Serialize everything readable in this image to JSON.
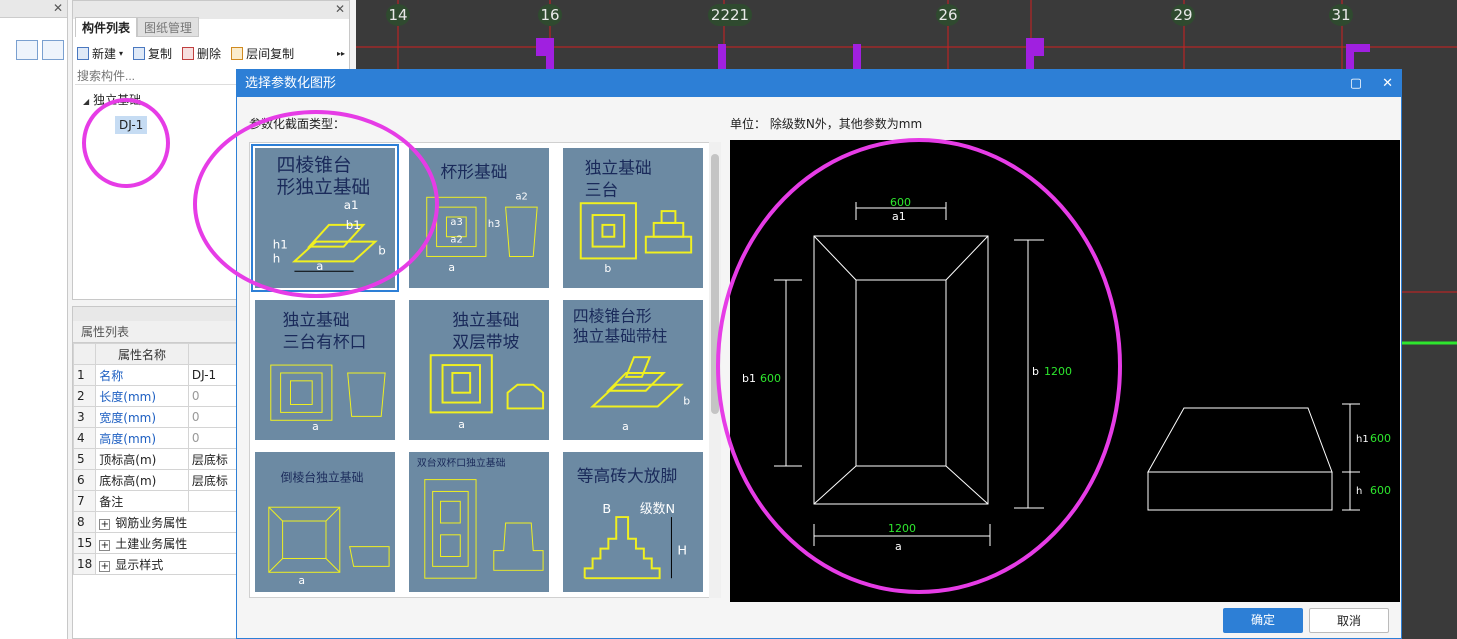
{
  "component_list": {
    "tab_components": "构件列表",
    "tab_drawings": "图纸管理",
    "toolbar": {
      "new": "新建",
      "copy": "复制",
      "delete": "删除",
      "floor_copy": "层间复制",
      "more": "▸▸"
    },
    "search_placeholder": "搜索构件...",
    "tree": {
      "root": "独立基础",
      "child": "DJ-1"
    }
  },
  "properties": {
    "title": "属性列表",
    "header_name": "属性名称",
    "rows": [
      {
        "num": "1",
        "name": "名称",
        "value": "DJ-1"
      },
      {
        "num": "2",
        "name": "长度(mm)",
        "value": "0"
      },
      {
        "num": "3",
        "name": "宽度(mm)",
        "value": "0"
      },
      {
        "num": "4",
        "name": "高度(mm)",
        "value": "0"
      },
      {
        "num": "5",
        "name": "顶标高(m)",
        "value": "层底标"
      },
      {
        "num": "6",
        "name": "底标高(m)",
        "value": "层底标"
      },
      {
        "num": "7",
        "name": "备注",
        "value": ""
      },
      {
        "num": "8",
        "name": "钢筋业务属性",
        "value": ""
      },
      {
        "num": "15",
        "name": "土建业务属性",
        "value": ""
      },
      {
        "num": "18",
        "name": "显示样式",
        "value": ""
      }
    ]
  },
  "cad": {
    "axis_labels": [
      "14",
      "16",
      "2221",
      "26",
      "29",
      "31"
    ]
  },
  "dialog": {
    "title": "选择参数化图形",
    "section_label": "参数化截面类型：",
    "unit_label": "单位：  除级数N外，其他参数为mm",
    "thumbnails": [
      {
        "title": "四棱锥台\n形独立基础"
      },
      {
        "title": "杯形基础"
      },
      {
        "title": "独立基础\n三台"
      },
      {
        "title": "独立基础\n三台有杯口"
      },
      {
        "title": "独立基础\n双层带坡"
      },
      {
        "title": "四棱锥台形\n独立基础带柱"
      },
      {
        "title": "倒棱台独立基础"
      },
      {
        "title": "双台双杯口独立基础"
      },
      {
        "title": "等高砖大放脚",
        "b_label": "B",
        "n_label": "级数N",
        "h_label": "H"
      }
    ],
    "preview": {
      "a1_value": "600",
      "a1_label": "a1",
      "b1_label": "b1",
      "b1_value": "600",
      "b_label": "b",
      "b_value": "1200",
      "a_value": "1200",
      "a_label": "a",
      "h1_label": "h1",
      "h1_value": "600",
      "h_label": "h",
      "h_value": "600"
    },
    "ok_label": "确定",
    "cancel_label": "取消"
  },
  "colors": {
    "accent": "#2d7fd6",
    "annotation": "#e63ce6",
    "thumb_bg": "#6c8aa3",
    "dim_green": "#2ee62e"
  }
}
